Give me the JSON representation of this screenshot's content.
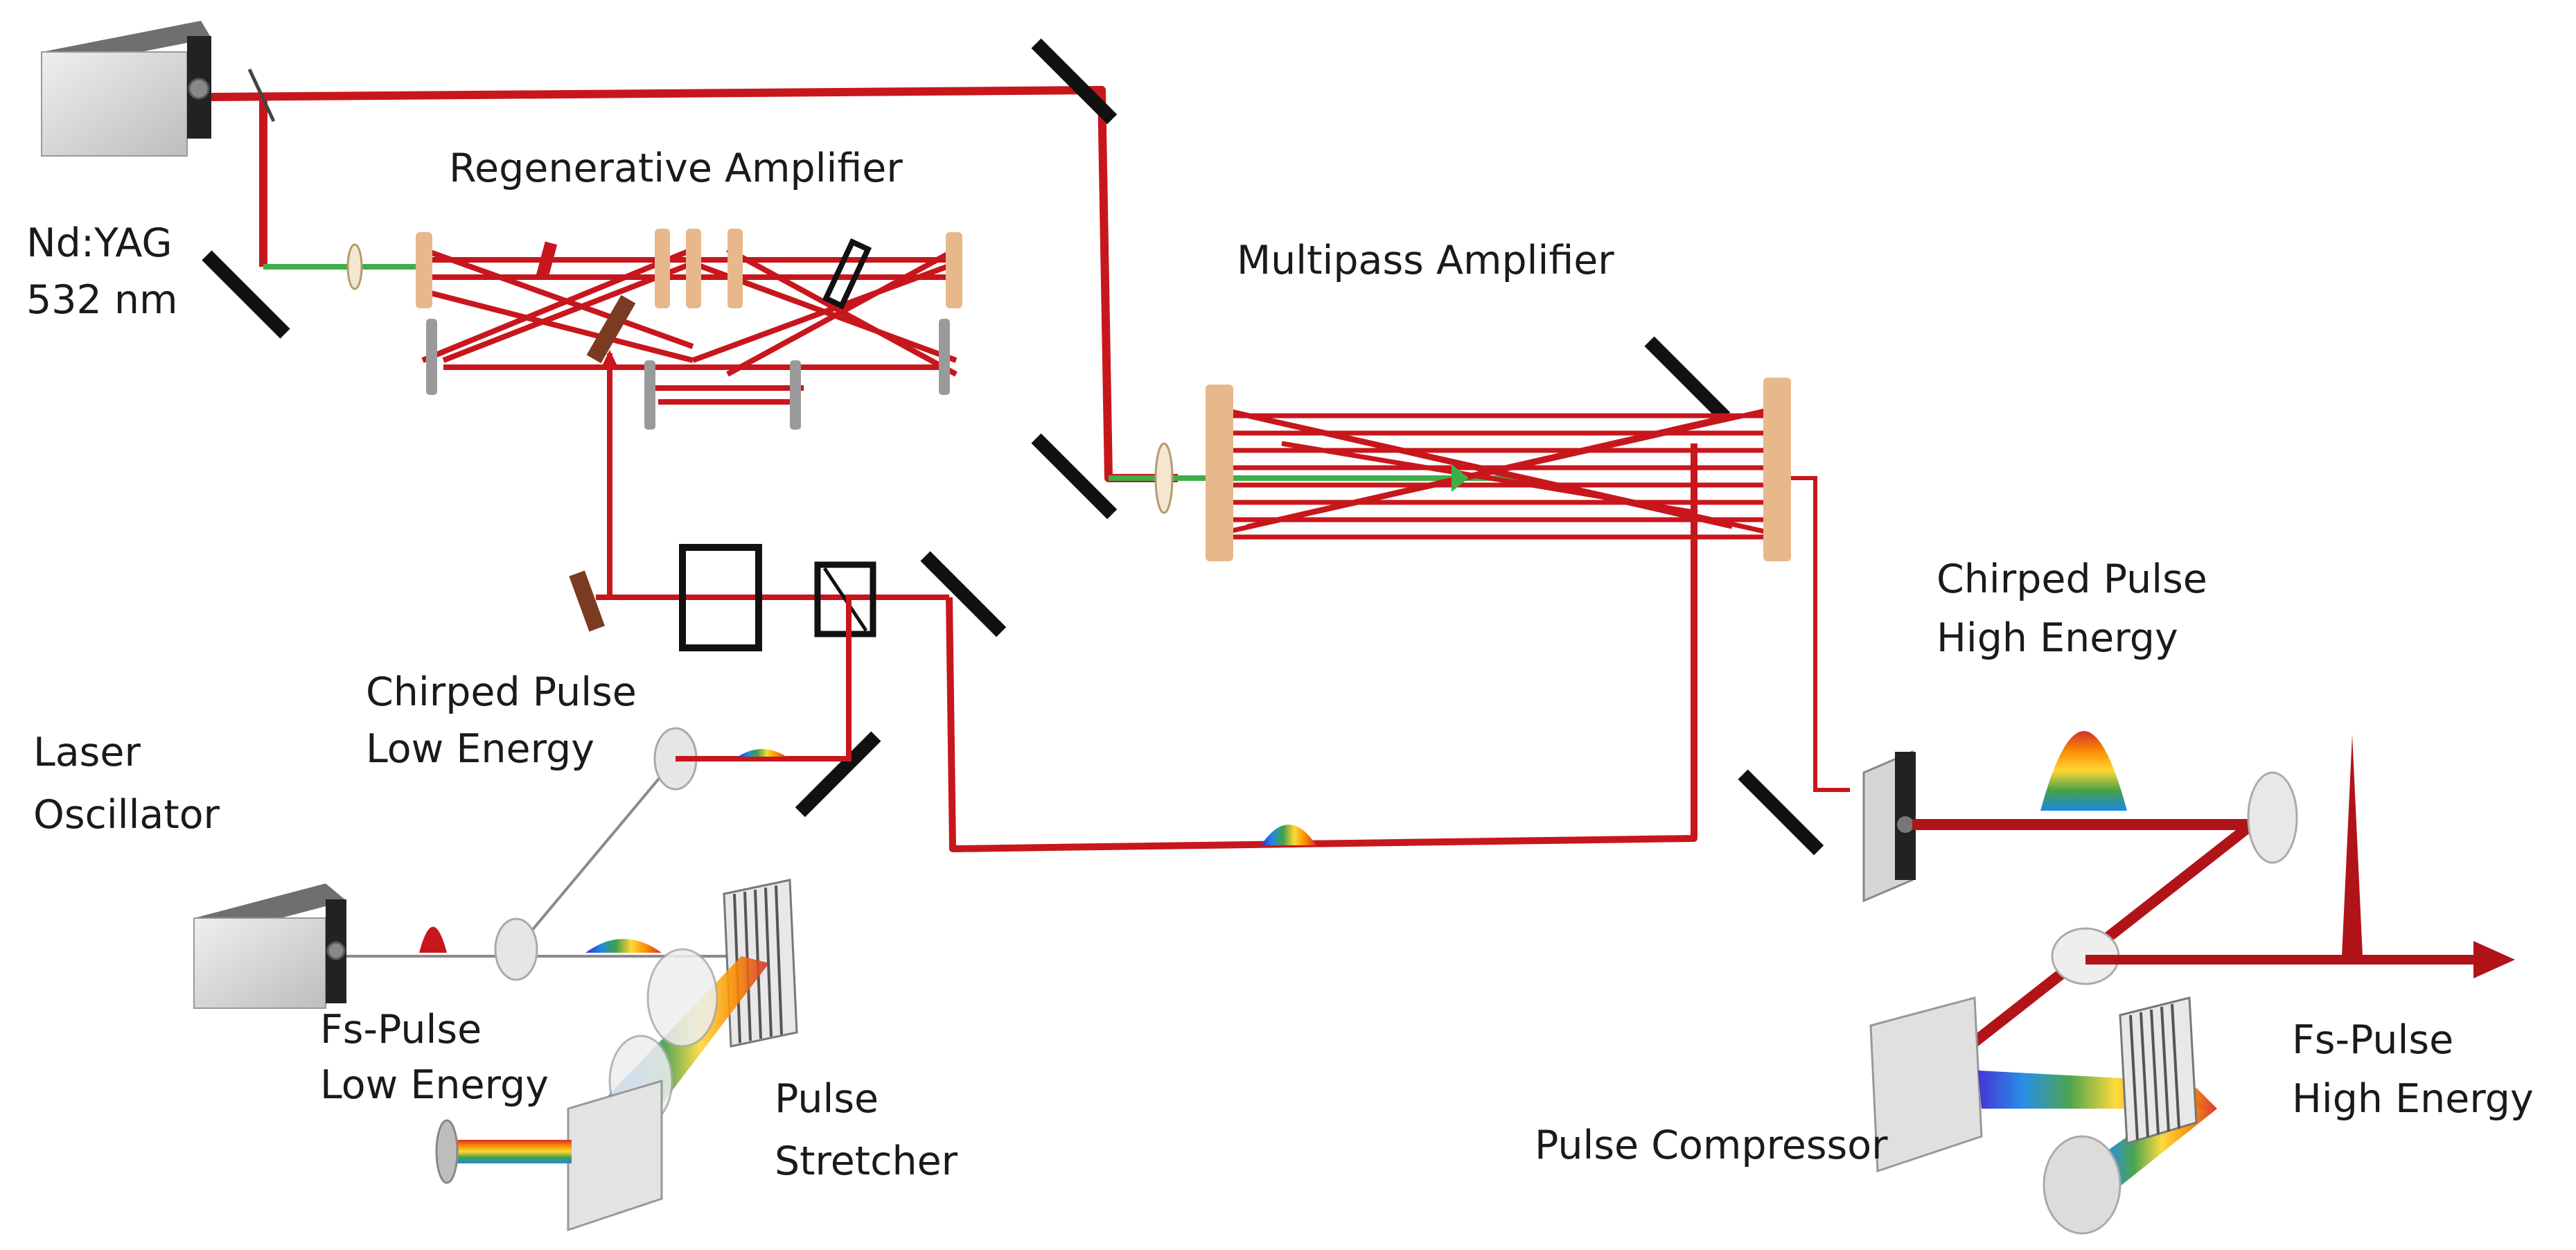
{
  "labels": {
    "nd_yag_line1": "Nd:YAG",
    "nd_yag_line2": "532 nm",
    "regen_amp": "Regenerative Amplifier",
    "multipass_amp": "Multipass Amplifier",
    "chirped_low_line1": "Chirped Pulse",
    "chirped_low_line2": "Low Energy",
    "laser_osc_line1": "Laser",
    "laser_osc_line2": "Oscillator",
    "fs_low_line1": "Fs-Pulse",
    "fs_low_line2": "Low Energy",
    "stretcher_line1": "Pulse",
    "stretcher_line2": "Stretcher",
    "chirped_high_line1": "Chirped Pulse",
    "chirped_high_line2": "High Energy",
    "compressor": "Pulse Compressor",
    "fs_high_line1": "Fs-Pulse",
    "fs_high_line2": "High Energy"
  },
  "colors": {
    "beam_red": "#c8161d",
    "pump_green": "#3fae49",
    "mirror_black": "#111111",
    "optic_tan": "#e7b88c",
    "box_grey": "#d6d6d6"
  }
}
